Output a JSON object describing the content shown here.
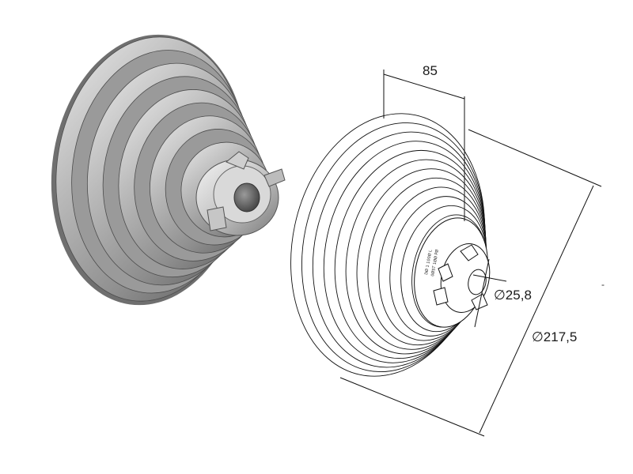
{
  "dimensions": {
    "width_label": "85",
    "bore_label": "∅25,8",
    "outer_label": "∅217,5"
  },
  "hub_marking": {
    "line1": "DØ 1 100Ø L",
    "line2": "0ØST 1ØØ PØ"
  },
  "stray_mark": "-",
  "colors": {
    "metal_light": "#f2f2f2",
    "metal_mid": "#a9a9a9",
    "metal_dark": "#5a5a5a",
    "line_art": "#111111"
  }
}
